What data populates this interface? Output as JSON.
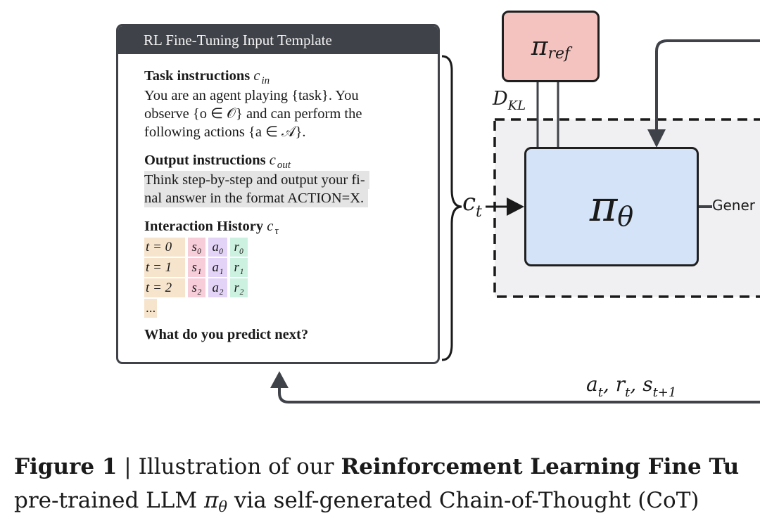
{
  "template": {
    "header": "RL Fine-Tuning Input Template",
    "task_title": "Task instructions",
    "task_sub": "c",
    "task_sub_idx": "in",
    "task_lines": [
      "You are an agent playing {task}. You",
      "observe {o ∈ 𝒪} and can perform the",
      "following actions {a ∈ 𝒜}."
    ],
    "output_title": "Output instructions",
    "output_sub": "c",
    "output_sub_idx": "out",
    "output_lines": [
      "Think step-by-step and output your fi-",
      "nal answer in the format ACTION=X."
    ],
    "history_title": "Interaction History",
    "history_sub": "c",
    "history_sub_idx": "τ",
    "history_rows": [
      {
        "t": "t = 0",
        "s": "s₀",
        "a": "a₀",
        "r": "r₀"
      },
      {
        "t": "t = 1",
        "s": "s₁",
        "a": "a₁",
        "r": "r₁"
      },
      {
        "t": "t = 2",
        "s": "s₂",
        "a": "a₂",
        "r": "r₂"
      }
    ],
    "history_ellipsis": "...",
    "question": "What do you predict next?"
  },
  "nodes": {
    "pi_ref": {
      "symbol": "π",
      "sub": "ref",
      "fill": "#f4c3bf"
    },
    "pi_theta": {
      "symbol": "π",
      "sub": "θ",
      "fill": "#d4e3f8"
    }
  },
  "labels": {
    "dkl": "D",
    "dkl_sub": "KL",
    "ct": "c",
    "ct_sub": "t",
    "gen": "Gener",
    "fb_a": "a",
    "fb_a_sub": "t",
    "fb_r": "r",
    "fb_r_sub": "t",
    "fb_s": "s",
    "fb_s_sub": "t+1"
  },
  "caption": {
    "line1_bold": "Figure 1",
    "line1_sep": " | Illustration of our ",
    "line1_bold2": "Reinforcement Learning Fine Tu",
    "line2_a": "pre-trained LLM ",
    "line2_pi": "π",
    "line2_theta": "θ",
    "line2_b": " via self-generated Chain-of-Thought (CoT)"
  }
}
